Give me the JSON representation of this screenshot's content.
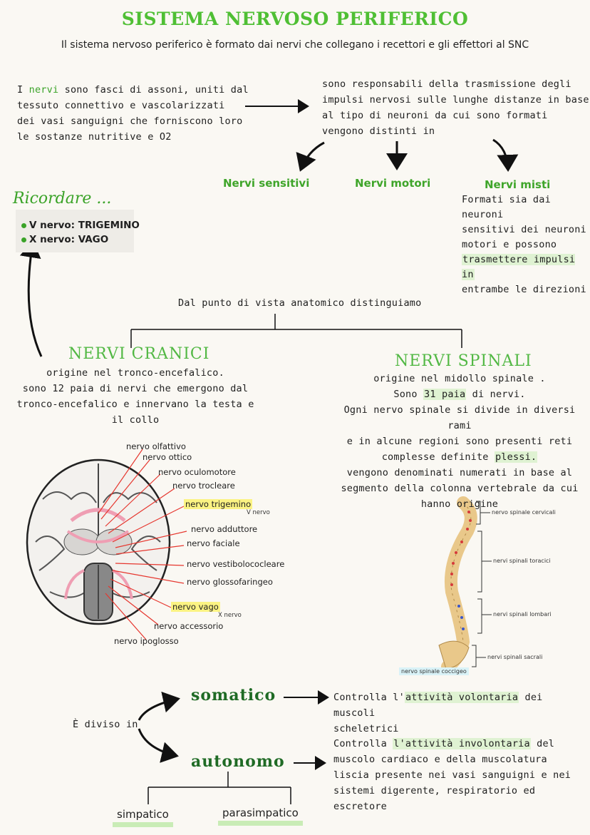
{
  "title": "SISTEMA NERVOSO PERIFERICO",
  "subtitle": "Il sistema nervoso periferico è formato dai nervi che collegano i recettori e gli effettori al SNC",
  "nervi_def": {
    "l1a": "I ",
    "l1b": "nervi",
    "l1c": " sono fasci di assoni, uniti dal",
    "l2": "tessuto connettivo e vascolarizzati",
    "l3": "dei vasi sanguigni che forniscono loro",
    "l4": "le sostanze nutritive e O2"
  },
  "responsabili": [
    "sono responsabili della trasmissione degli",
    "impulsi nervosi sulle lunghe distanze in base",
    "al tipo di neuroni da cui sono formati",
    "vengono distinti in"
  ],
  "types": {
    "sensitivi": "Nervi sensitivi",
    "motori": "Nervi motori",
    "misti": "Nervi misti"
  },
  "misti_desc": [
    "Formati sia dai neuroni",
    "sensitivi dei neuroni",
    "motori e possono",
    "trasmettere impulsi in",
    "entrambe le direzioni"
  ],
  "ricordare": {
    "title": "Ricordare ...",
    "items": [
      "V nervo: TRIGEMINO",
      "X nervo: VAGO"
    ]
  },
  "anatomico": "Dal punto di vista anatomico distinguiamo",
  "cranici": {
    "title": "NERVI CRANICI",
    "lines": [
      "origine nel tronco-encefalico.",
      "sono 12 paia di nervi che emergono dal",
      "tronco-encefalico e innervano la testa e",
      "il collo"
    ]
  },
  "spinali": {
    "title": "NERVI SPINALI",
    "l1": "origine nel midollo spinale .",
    "l2a": "Sono ",
    "l2b": "31 paia",
    "l2c": " di nervi.",
    "l3": "Ogni nervo spinale si divide in diversi rami",
    "l4": "e in alcune regioni sono presenti reti",
    "l5a": "complesse definite ",
    "l5b": "plessi.",
    "l6": "vengono denominati numerati in base al",
    "l7": "segmento della colonna vertebrale da cui",
    "l8": "hanno origine"
  },
  "brain_labels": {
    "olfattivo": "nervo olfattivo",
    "ottico": "nervo ottico",
    "oculomotore": "nervo oculomotore",
    "trocleare": "nervo trocleare",
    "trigemino": "nervo trigemino",
    "v_nervo": "V nervo",
    "adduttore": "nervo adduttore",
    "faciale": "nervo faciale",
    "vestibolococleare": "nervo vestibolococleare",
    "glossofaringeo": "nervo glossofaringeo",
    "vago": "nervo vago",
    "x_nervo": "X nervo",
    "accessorio": "nervo accessorio",
    "ipoglosso": "nervo ipoglosso"
  },
  "spine_labels": {
    "cervicali": "nervo spinale cervicali",
    "toracici": "nervi spinali toracici",
    "lombari": "nervi spinali lombari",
    "sacrali": "nervi spinali sacrali",
    "coccigeo": "nervo spinale coccigeo"
  },
  "diviso": "È diviso in",
  "somatico": {
    "name": "somatico",
    "l1a": "Controlla l'",
    "l1b": "attività volontaria",
    "l1c": " dei muscoli",
    "l2": "scheletrici"
  },
  "autonomo": {
    "name": "autonomo",
    "l1a": "Controlla ",
    "l1b": "l'attività involontaria",
    "l1c": " del",
    "l2": "muscolo cardiaco e della muscolatura",
    "l3": "liscia presente nei vasi sanguigni e nei",
    "l4": "sistemi digerente, respiratorio ed",
    "l5": "escretore"
  },
  "branches": {
    "simpatico": "simpatico",
    "parasimpatico": "parasimpatico"
  }
}
